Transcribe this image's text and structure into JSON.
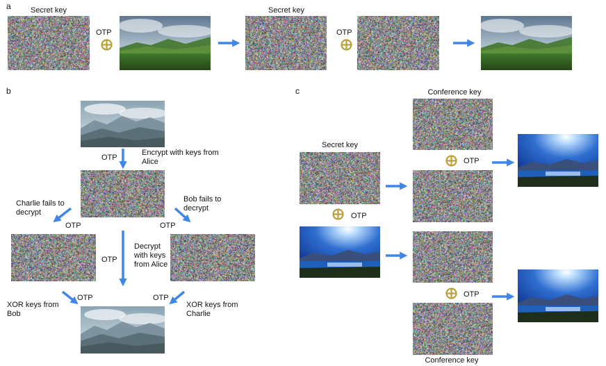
{
  "panels": {
    "a": "a",
    "b": "b",
    "c": "c"
  },
  "labels": {
    "secret_key": "Secret key",
    "otp": "OTP",
    "conference_key": "Conference key",
    "encrypt_alice": "Encrypt with keys from\nAlice",
    "charlie_fails": "Charlie fails to\ndecrypt",
    "bob_fails": "Bob fails to\ndecrypt",
    "decrypt_alice": "Decrypt\nwith keys\nfrom Alice",
    "xor_bob": "XOR keys from\nBob",
    "xor_charlie": "XOR keys from\nCharlie"
  },
  "colors": {
    "arrow": "#3f86e8",
    "xor_symbol": "#b9a03a",
    "noise_palette": [
      "#7a7f8c",
      "#a08a78",
      "#8aa07c",
      "#6f7aa6",
      "#b39a9a",
      "#5f8f8a",
      "#9c8fb0",
      "#c6b59a"
    ]
  },
  "icons": {
    "xor": "circled-plus-icon",
    "arrow": "blue-arrow-icon"
  }
}
